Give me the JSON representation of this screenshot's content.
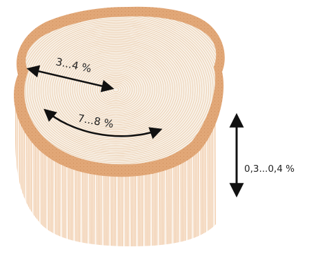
{
  "diagram": {
    "labels": {
      "radial": "3...4 %",
      "tangential": "7...8 %",
      "longitudinal": "0,3...0,4 %"
    },
    "colors": {
      "bark": "#e2a878",
      "bark_dots": "#cf8e5c",
      "wood_face": "#f8f1e7",
      "growth_rings": "#e9c6a3",
      "trunk_lines": "#efc7a3",
      "arrows": "#111111"
    }
  }
}
